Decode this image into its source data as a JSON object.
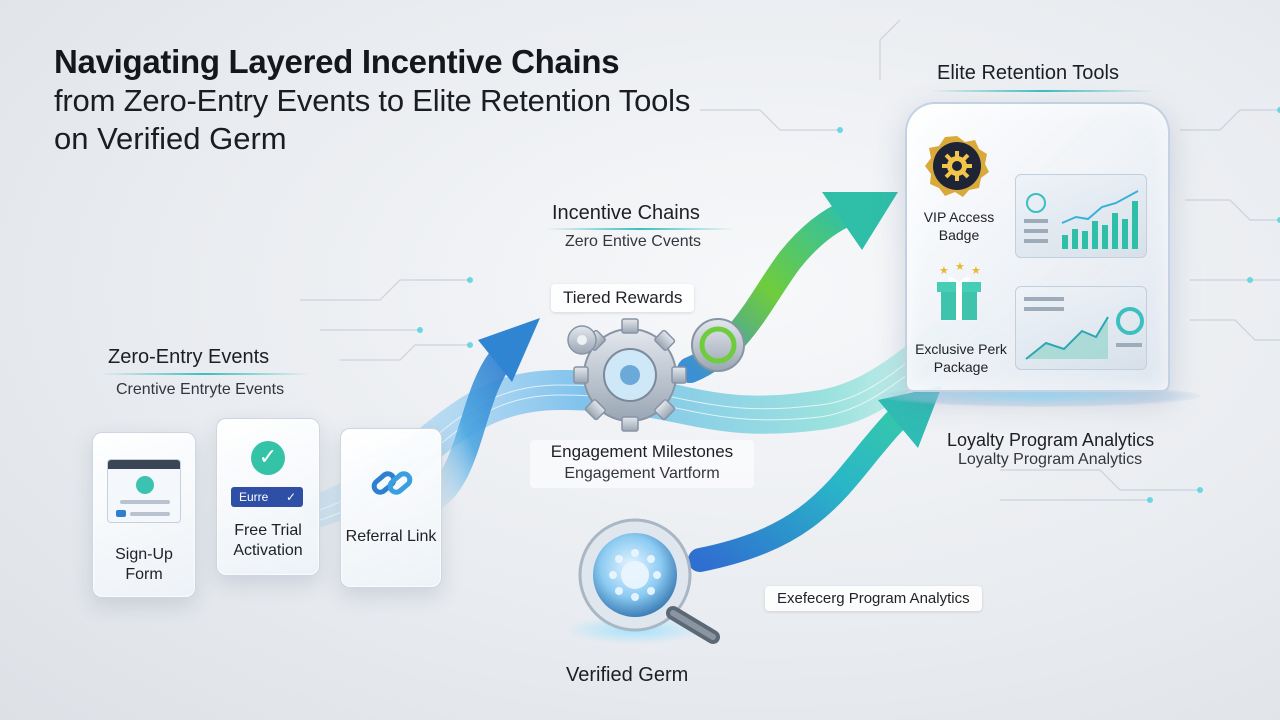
{
  "title": {
    "line1": "Navigating Layered Incentive Chains",
    "line2": "from Zero-Entry Events to Elite Retention Tools",
    "line3": "on Verified Germ"
  },
  "zero_entry": {
    "title": "Zero-Entry Events",
    "subtitle": "Crentive Entryte Events",
    "cards": [
      {
        "label": "Sign-Up Form",
        "icon": "form-icon"
      },
      {
        "label": "Free Trial Activation",
        "icon": "check-badge-icon",
        "badge": "Eurre"
      },
      {
        "label": "Referral Link",
        "icon": "chain-link-icon"
      }
    ]
  },
  "incentive_chains": {
    "title": "Incentive Chains",
    "subtitle": "Zero Entive Cvents",
    "tiered_rewards": "Tiered Rewards",
    "engagement_title": "Engagement Milestones",
    "engagement_subtitle": "Engagement Vartform"
  },
  "elite": {
    "title": "Elite Retention Tools",
    "vip_label": "VIP Access Badge",
    "perk_label": "Exclusive Perk Package"
  },
  "loyalty": {
    "title": "Loyalty Program Analytics",
    "subtitle": "Loyalty Program Analytics"
  },
  "analytics_pill": "Exefecerg Program Analytics",
  "verified_germ": "Verified Germ",
  "colors": {
    "blue_flow": "#3a8fd6",
    "teal_flow": "#2fc0b0",
    "green_flow": "#5cc94a",
    "accent": "#3cbfbf"
  }
}
